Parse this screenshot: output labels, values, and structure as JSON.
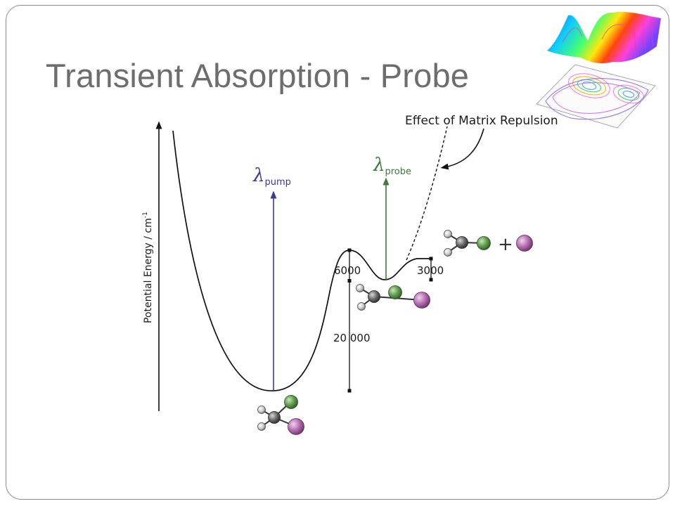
{
  "slide": {
    "title": "Transient Absorption - Probe"
  },
  "diagram": {
    "y_axis_label": "Potential Energy / cm",
    "y_axis_superscript": "-1",
    "pump_label": "λ",
    "pump_subscript": "pump",
    "probe_label": "λ",
    "probe_subscript": "probe",
    "matrix_label": "Effect of Matrix Repulsion",
    "energy_barrier": "6000",
    "energy_well": "20 000",
    "energy_exit": "3000",
    "plus_sign": "+",
    "colors": {
      "pump": "#3a3d92",
      "probe": "#3c7a3a",
      "title": "#6d6d6d",
      "atom_grey": "#555555",
      "atom_green": "#5a9a4a",
      "atom_purple": "#b46cb0",
      "atom_small": "#cfcfcf"
    }
  }
}
